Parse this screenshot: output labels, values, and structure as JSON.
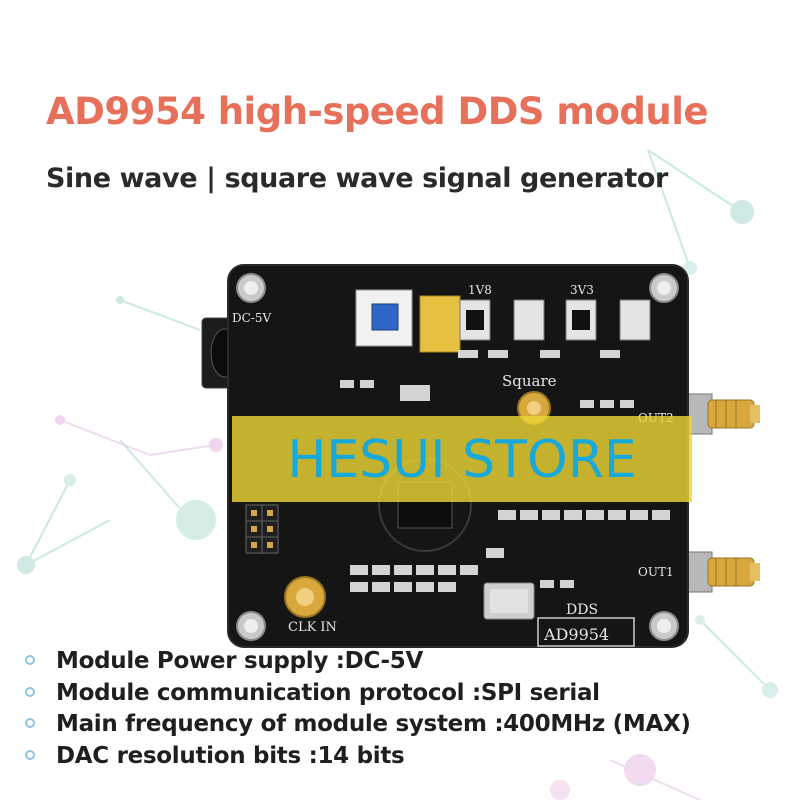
{
  "header": {
    "title": "AD9954 high-speed DDS module",
    "subtitle": "Sine wave | square wave signal generator"
  },
  "board": {
    "silkscreen": {
      "power": "DC-5V",
      "rail1": "1V8",
      "rail2": "3V3",
      "square": "Square",
      "out2": "OUT2",
      "out1": "OUT1",
      "clk_in": "CLK IN",
      "dds": "DDS",
      "chip": "AD9954"
    },
    "colors": {
      "pcb": "#151515",
      "gold": "#d8a83c",
      "silver": "#c9c9c9",
      "switch": "#2f66c8"
    }
  },
  "watermark": {
    "text": "HESUI STORE",
    "band_color": "#ecd636",
    "text_color": "#18a9d8"
  },
  "specs": {
    "items": [
      "Module Power supply :DC-5V",
      "Module communication protocol :SPI serial",
      "Main frequency of module system :400MHz (MAX)",
      "DAC resolution bits :14 bits"
    ],
    "bullet_color": "#8fc6e0"
  }
}
